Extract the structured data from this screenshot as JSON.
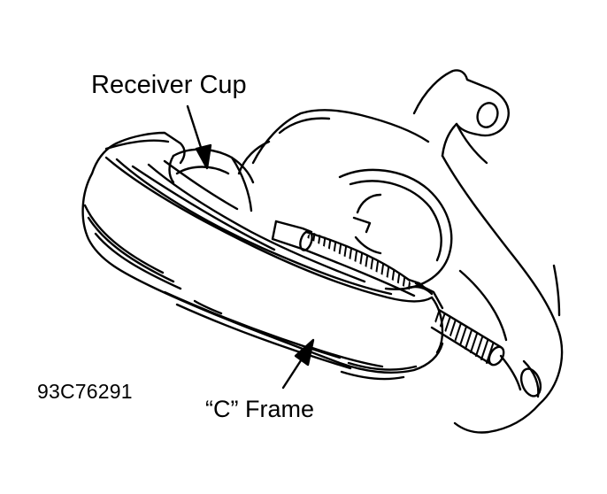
{
  "labels": {
    "receiver_cup": "Receiver Cup",
    "c_frame": "“C” Frame",
    "figure_code": "93C76291"
  },
  "colors": {
    "ink": "#000000",
    "paper": "#ffffff"
  }
}
